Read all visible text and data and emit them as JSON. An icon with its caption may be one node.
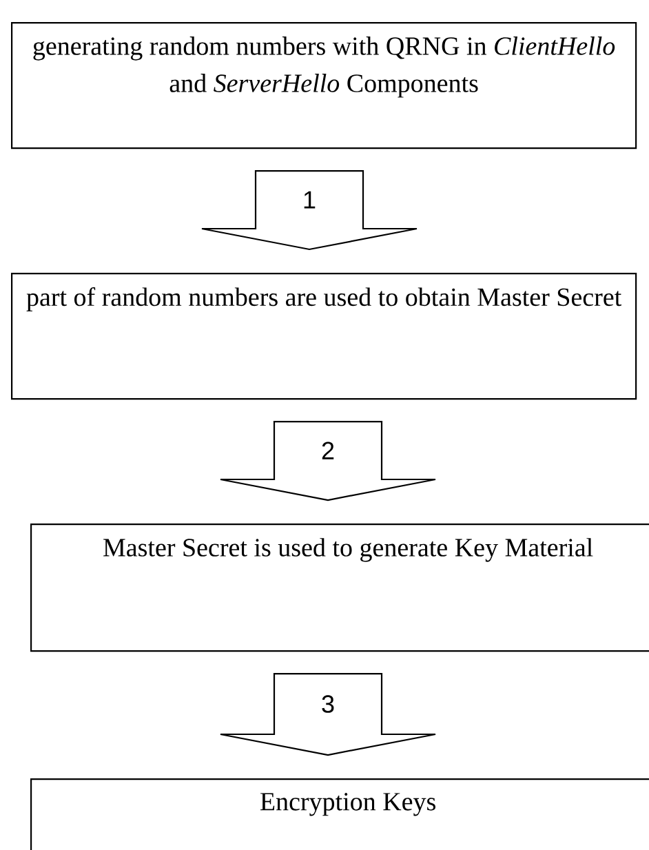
{
  "diagram": {
    "nodes": [
      {
        "text": [
          "generating random numbers with QRNG in *ClientHello* and *ServerHello* Components"
        ]
      },
      {
        "text": [
          "part of random numbers are used to obtain Master Secret"
        ]
      },
      {
        "text": [
          "Master Secret is used to generate Key Material"
        ]
      },
      {
        "text": [
          "Encryption Keys"
        ]
      }
    ],
    "edges": [
      {
        "from": 0,
        "to": 1,
        "arrow": "to",
        "label": "1"
      },
      {
        "from": 1,
        "to": 2,
        "arrow": "to",
        "label": "2"
      },
      {
        "from": 2,
        "to": 3,
        "arrow": "to",
        "label": "3"
      }
    ]
  }
}
